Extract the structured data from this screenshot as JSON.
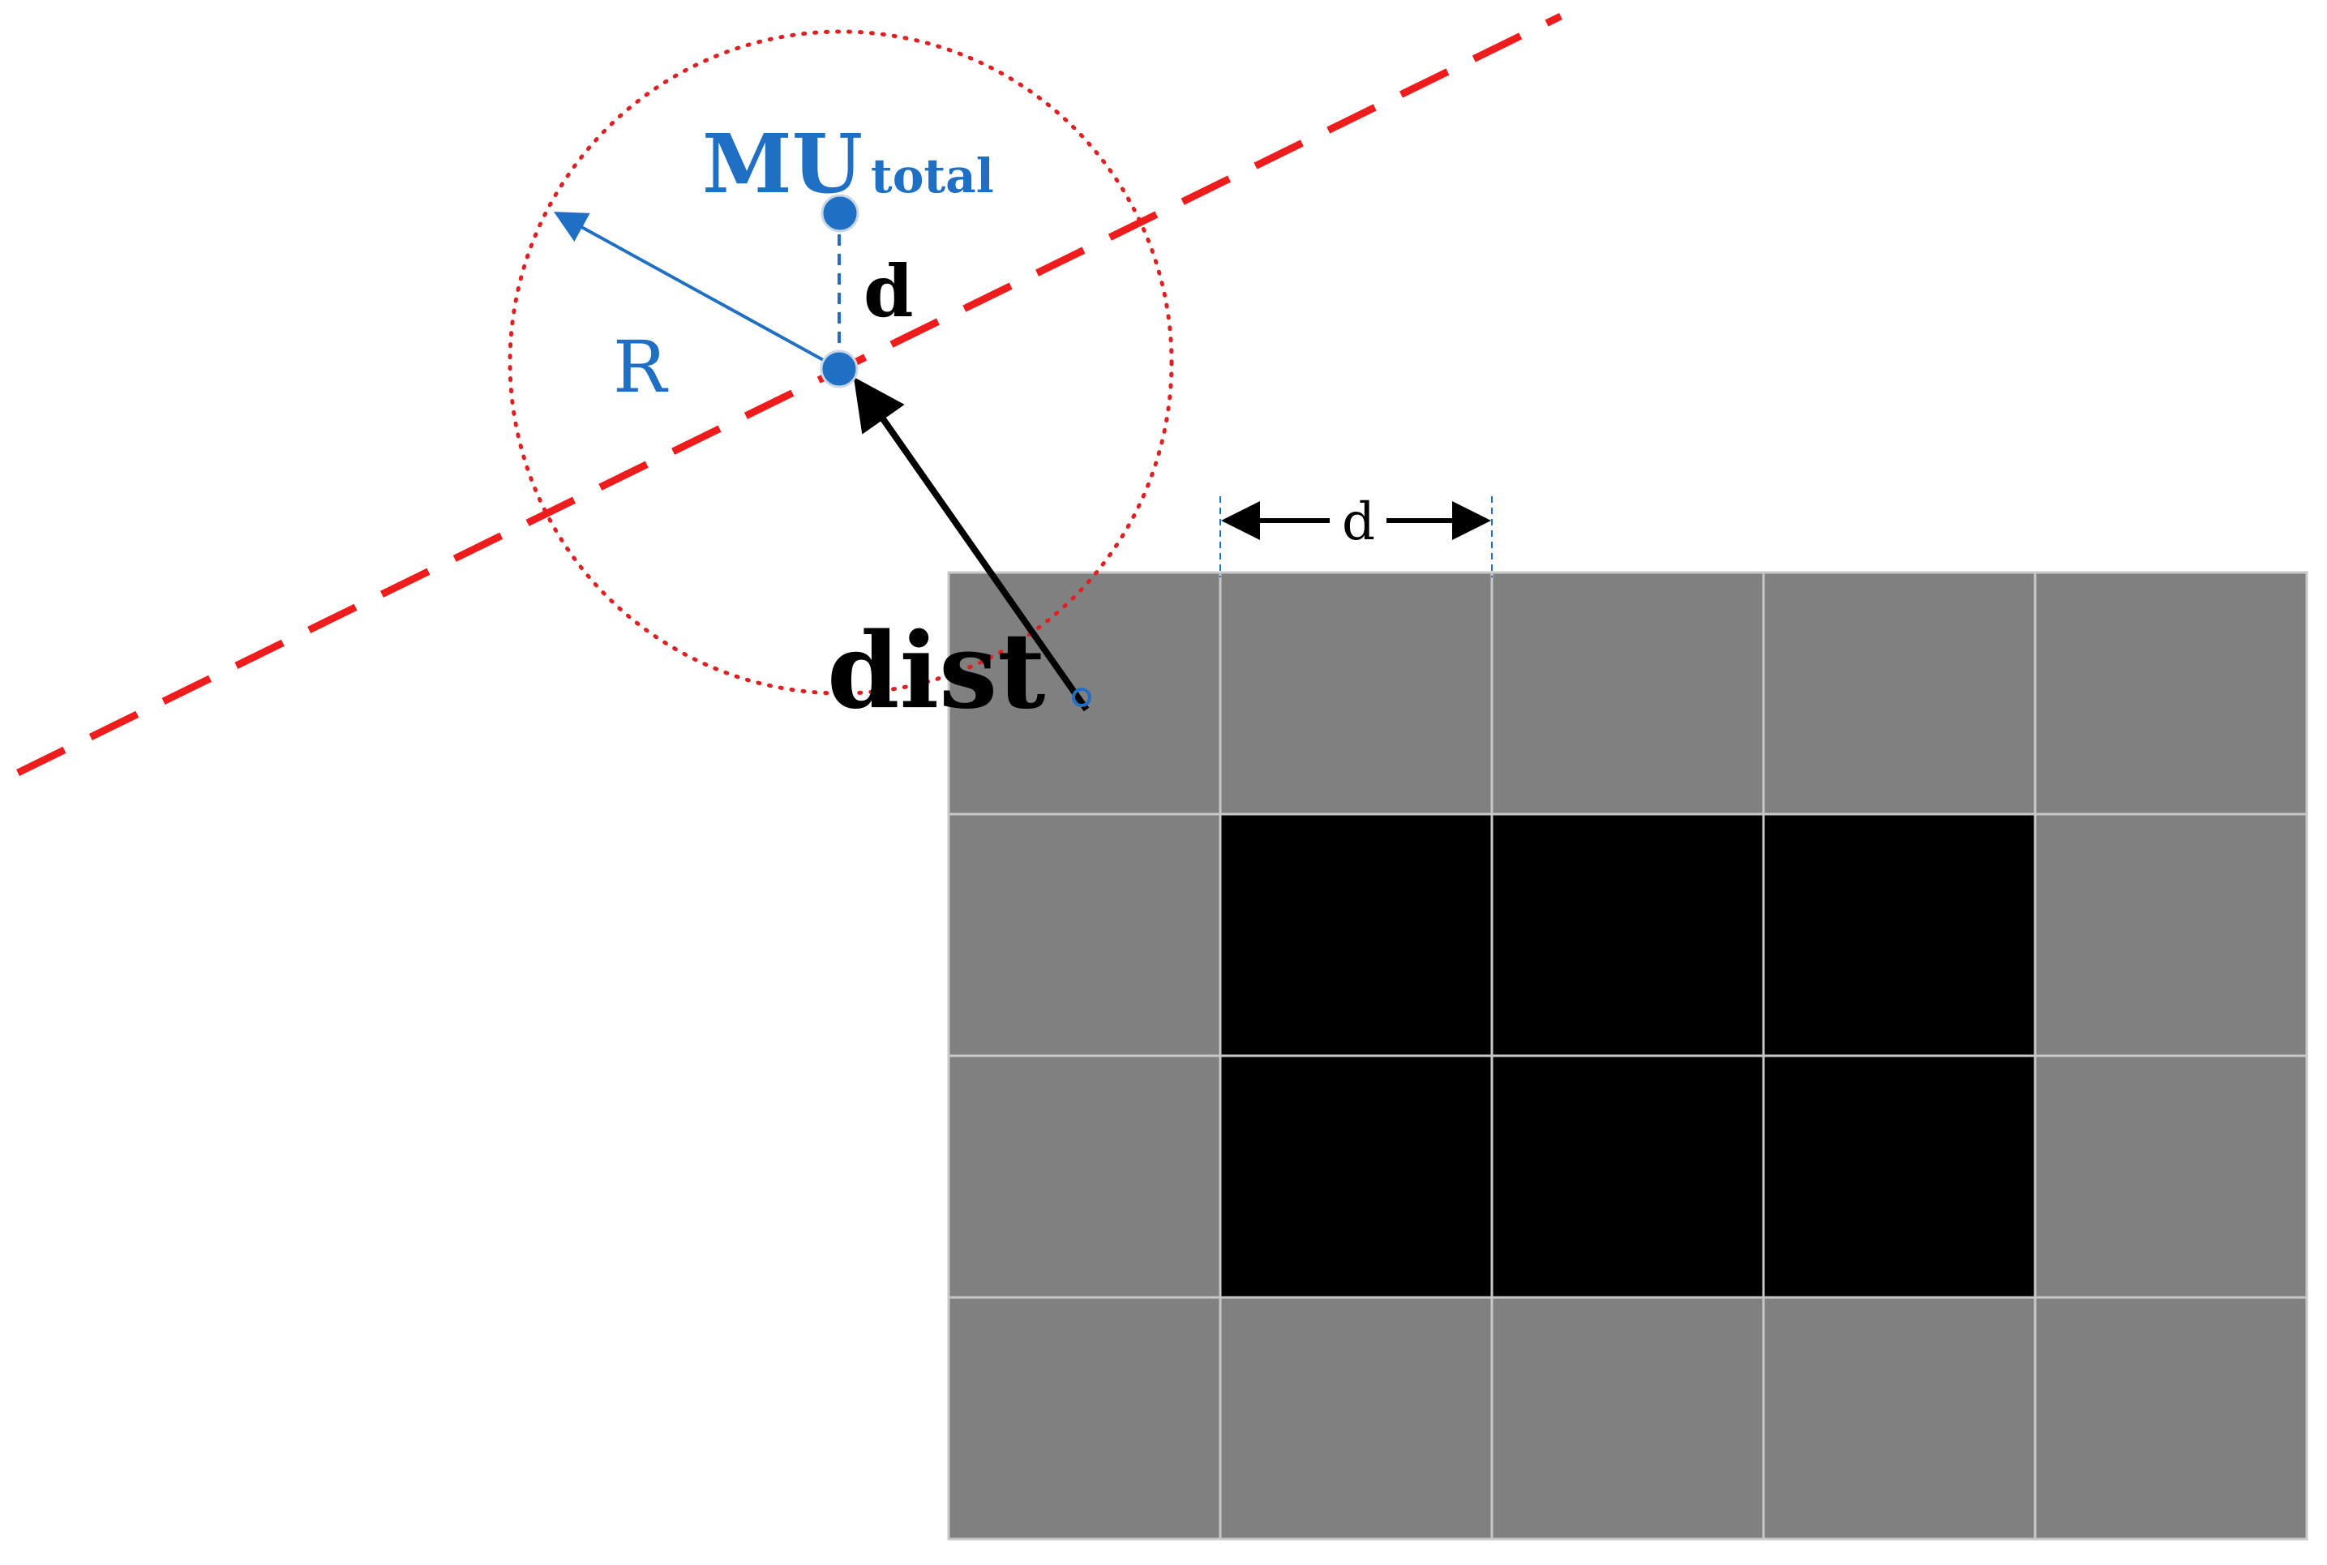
{
  "labels": {
    "mu_main": "MU",
    "mu_sub": "total",
    "d_vertical": "d",
    "radius": "R",
    "d_spacing": "d",
    "dist": "dist"
  },
  "grid": {
    "rows": 4,
    "cols": 5,
    "cells": [
      [
        "gray",
        "gray",
        "gray",
        "gray",
        "gray"
      ],
      [
        "gray",
        "black",
        "black",
        "black",
        "gray"
      ],
      [
        "gray",
        "black",
        "black",
        "black",
        "gray"
      ],
      [
        "gray",
        "gray",
        "gray",
        "gray",
        "gray"
      ]
    ]
  },
  "colors": {
    "gray_cell": "#808080",
    "black_cell": "#000000",
    "cell_border": "#c8c8c8",
    "dashed_line": "#ee1c1c",
    "circle": "#e02020",
    "blue": "#1f6fc5",
    "arrow": "#000000"
  }
}
